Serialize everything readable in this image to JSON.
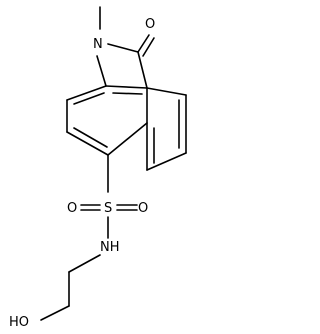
{
  "atoms": {
    "ring_n": "N",
    "carbonyl_o": "O",
    "sulfonyl_s": "S",
    "sulfonyl_o_left": "O",
    "sulfonyl_o_right": "O",
    "amide_nh": "NH",
    "hydroxyl": "HO"
  },
  "colors": {
    "ink": "#000000",
    "background": "#ffffff"
  }
}
